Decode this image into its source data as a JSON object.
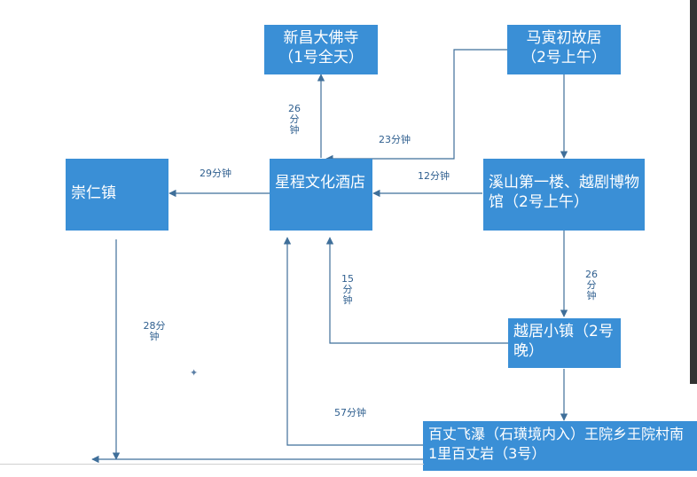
{
  "colors": {
    "node_fill": "#3a8fd6",
    "arrow": "#3f6f9a",
    "label": "#2f5f8f"
  },
  "nodes": {
    "dafosi": "新昌大佛寺\n（1号全天）",
    "mayinchu": "马寅初故居\n（2号上午）",
    "chongren": "崇仁镇",
    "xingcheng": "星程文化酒店",
    "xishan": "溪山第一楼、越剧博物馆（2号上午）",
    "yueju": "越居小镇（2号晚）",
    "baizhang": "百丈飞瀑（石璜境内入）王院乡王院村南1里百丈岩（3号）"
  },
  "labels": {
    "hotel_to_dafosi": "26\n分\n钟",
    "mayinchu_to_hotel": "23分钟",
    "hotel_to_chongren": "29分钟",
    "xishan_to_hotel": "12分钟",
    "xishan_to_yueju": "26\n分\n钟",
    "yueju_to_hotel": "15\n分\n钟",
    "chongren_down": "28分\n钟",
    "baizhang_to_hotel": "57分钟"
  }
}
